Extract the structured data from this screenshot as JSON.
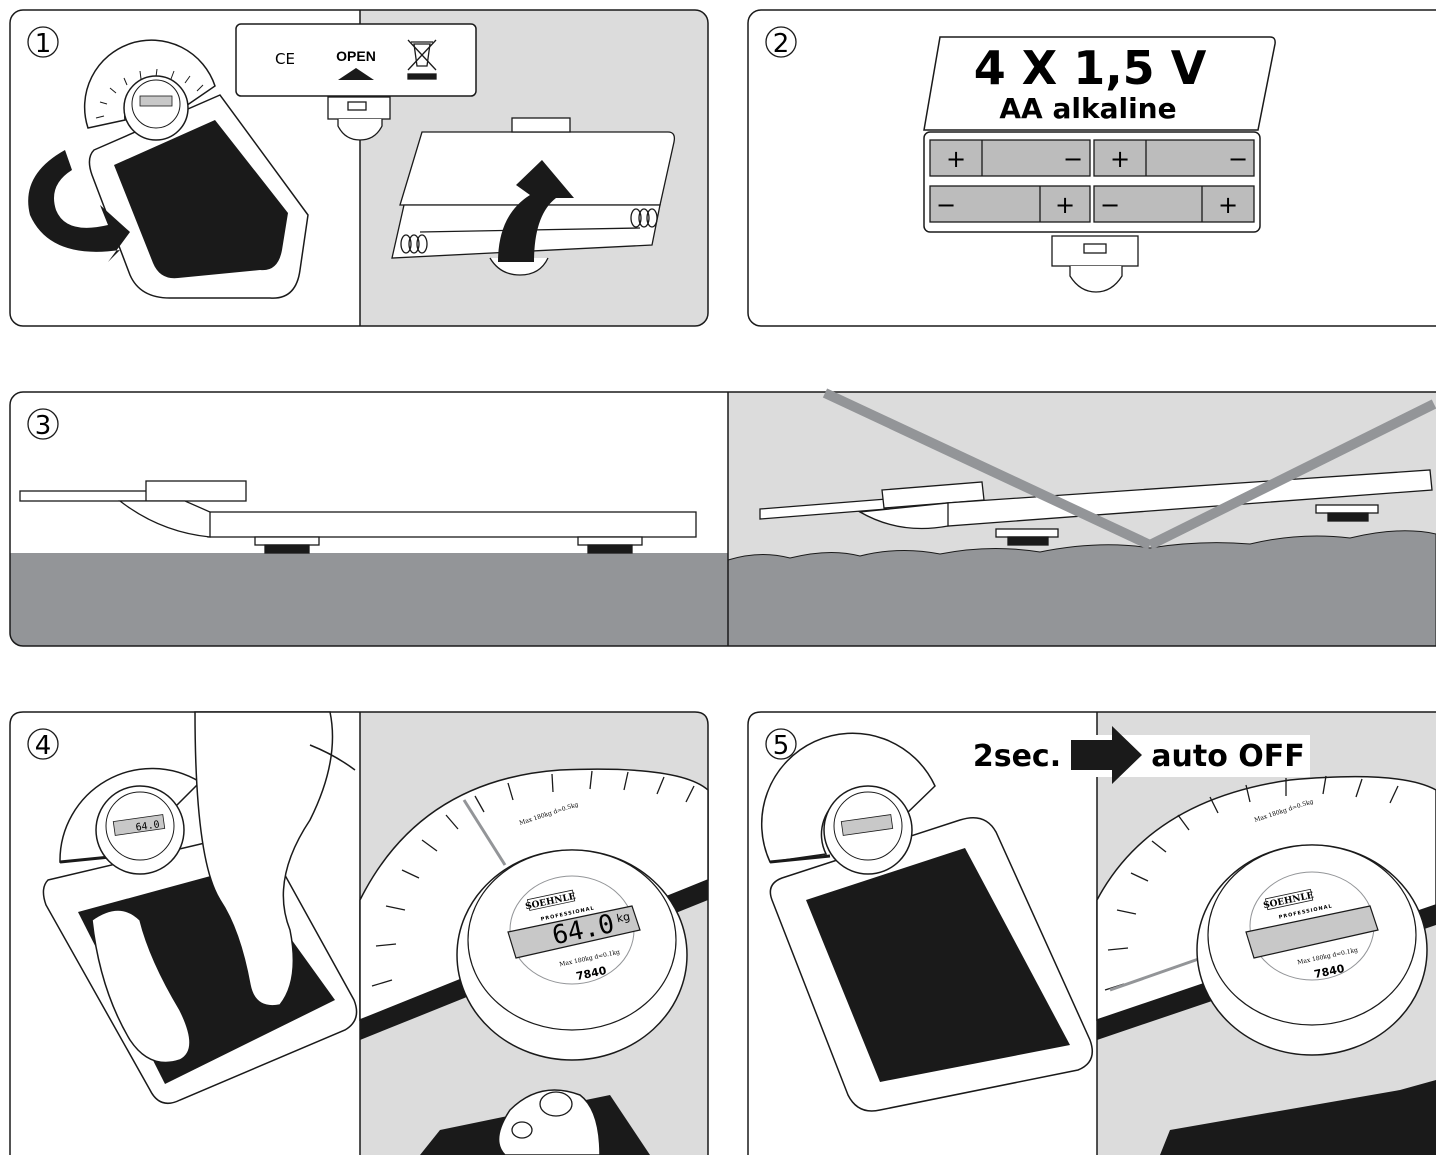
{
  "steps": [
    {
      "number": "1",
      "labels": {
        "ce": "CE",
        "open": "OPEN"
      }
    },
    {
      "number": "2",
      "battery": {
        "voltage": "4 X 1,5 V",
        "type": "AA alkaline",
        "plus": "+",
        "minus": "−"
      }
    },
    {
      "number": "3"
    },
    {
      "number": "4",
      "display": {
        "reading": "64.0",
        "unit": "kg",
        "brand": "SOEHNLE",
        "brand_sub": "PROFESSIONAL",
        "capacity": "Max 180kg  d=0.1kg",
        "dial_capacity": "Max 180kg  d=0.5kg",
        "model": "7840"
      }
    },
    {
      "number": "5",
      "timer": {
        "duration": "2sec.",
        "result": "auto OFF"
      },
      "display": {
        "brand": "SOEHNLE",
        "brand_sub": "PROFESSIONAL",
        "capacity": "Max 180kg  d=0.1kg",
        "dial_capacity": "Max 180kg  d=0.5kg",
        "model": "7840"
      }
    }
  ],
  "colors": {
    "line": "#1a1a1a",
    "grey_bg": "#dcdcdc",
    "floor": "#939598",
    "battery": "#bcbcbc",
    "pad": "#1a1a1a",
    "display": "#c8c8c8"
  }
}
